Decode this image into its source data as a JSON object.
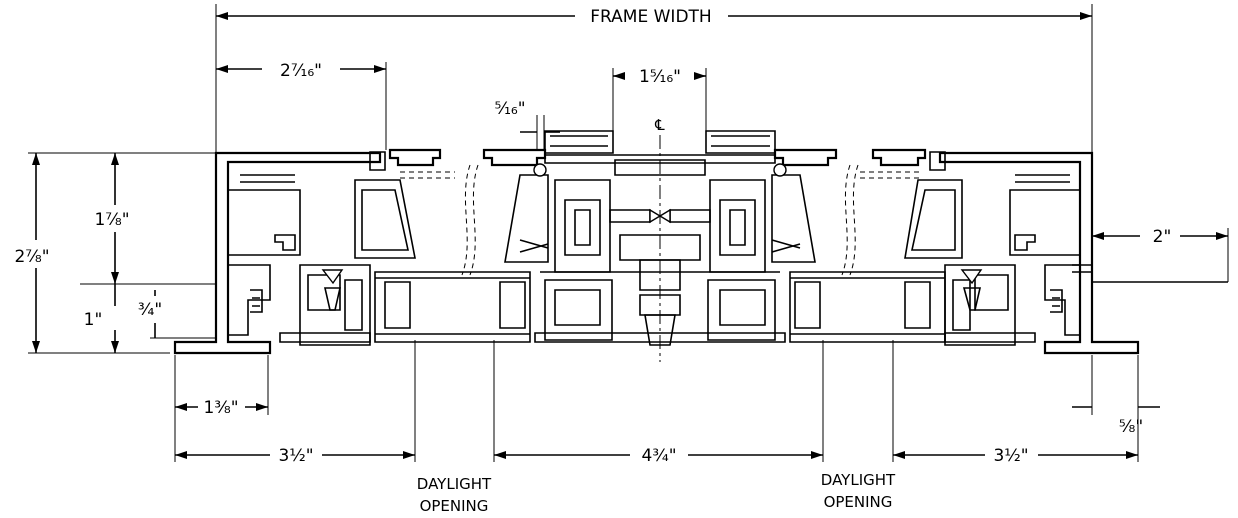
{
  "labels": {
    "frame_width": "FRAME WIDTH",
    "dim_2_7_16": "2⁷⁄₁₆\"",
    "dim_1_5_16": "1⁵⁄₁₆\"",
    "dim_5_16": "⁵⁄₁₆\"",
    "centerline": "℄",
    "dim_1_7_8": "1⁷⁄₈\"",
    "dim_2_7_8": "2⁷⁄₈\"",
    "dim_1": "1\"",
    "dim_3_4": "³⁄₄\"",
    "dim_2": "2\"",
    "dim_1_3_8": "1³⁄₈\"",
    "dim_5_8": "⁵⁄₈\"",
    "dim_3_1_2_left": "3½\"",
    "dim_4_3_4": "4¾\"",
    "dim_3_1_2_right": "3½\"",
    "daylight_left_1": "DAYLIGHT",
    "daylight_left_2": "OPENING",
    "daylight_right_1": "DAYLIGHT",
    "daylight_right_2": "OPENING"
  }
}
